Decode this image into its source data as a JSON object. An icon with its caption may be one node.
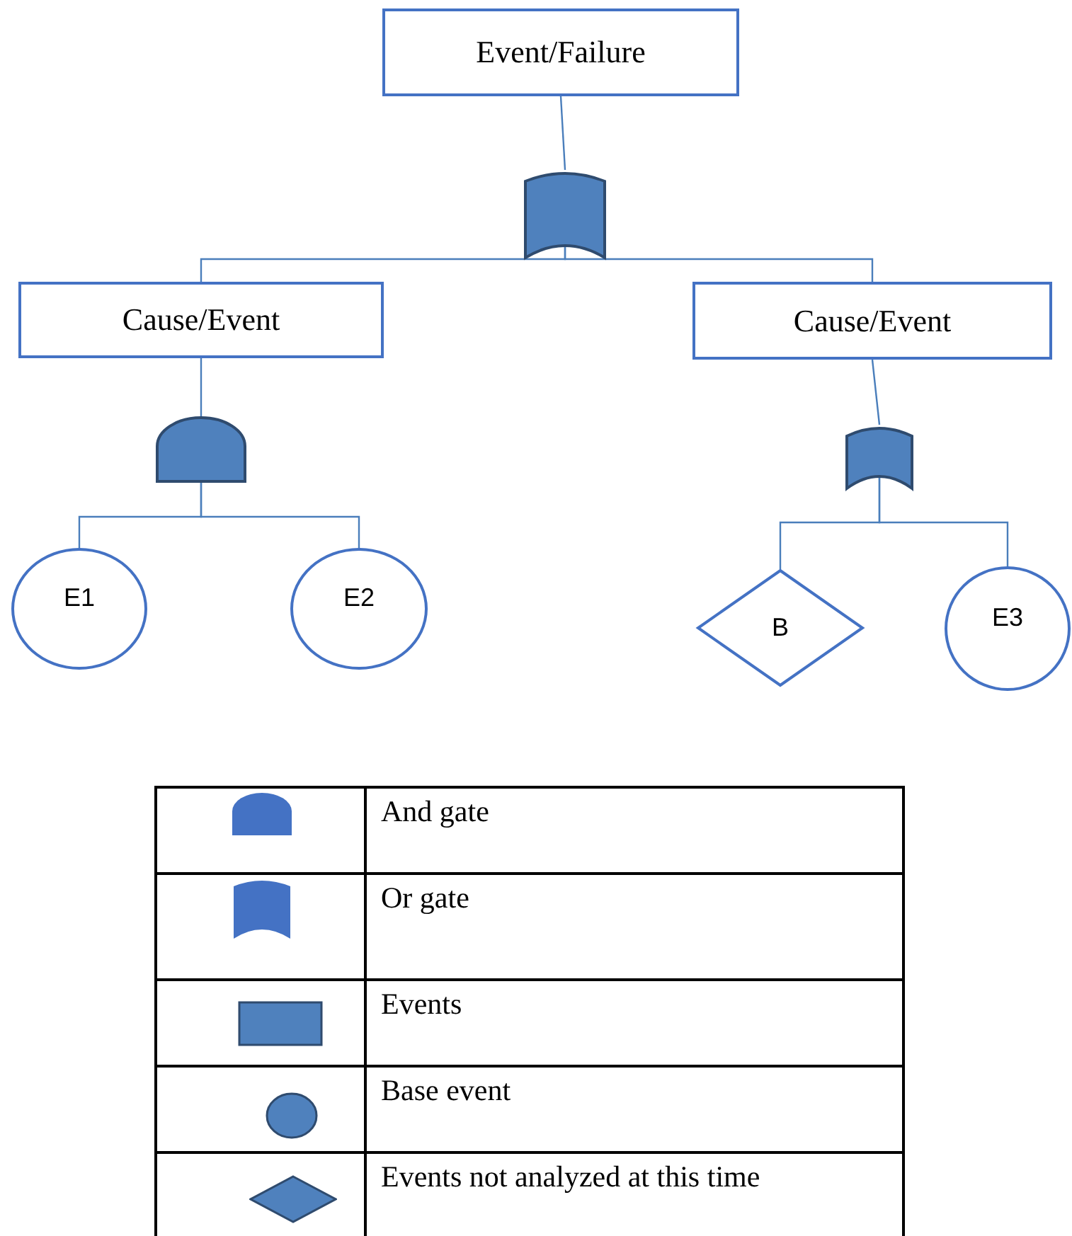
{
  "diagram": {
    "nodes": [
      {
        "text": [
          "Event/Failure"
        ]
      },
      {
        "text": [],
        "shape": "or-gate"
      },
      {
        "text": [
          "Cause/Event"
        ]
      },
      {
        "text": [
          "Cause/Event"
        ]
      },
      {
        "text": [],
        "shape": "and-gate"
      },
      {
        "text": [],
        "shape": "or-gate"
      },
      {
        "text": [
          "E1"
        ]
      },
      {
        "text": [
          "E2"
        ]
      },
      {
        "text": [
          "B"
        ]
      },
      {
        "text": [
          "E3"
        ]
      }
    ],
    "edges": [
      {
        "from": 0,
        "to": 1,
        "arrow": "none"
      },
      {
        "from": 1,
        "to": 2,
        "arrow": "none"
      },
      {
        "from": 1,
        "to": 3,
        "arrow": "none"
      },
      {
        "from": 2,
        "to": 4,
        "arrow": "none"
      },
      {
        "from": 3,
        "to": 5,
        "arrow": "none"
      },
      {
        "from": 4,
        "to": 6,
        "arrow": "none"
      },
      {
        "from": 4,
        "to": 7,
        "arrow": "none"
      },
      {
        "from": 5,
        "to": 8,
        "arrow": "none"
      },
      {
        "from": 5,
        "to": 9,
        "arrow": "none"
      }
    ],
    "legend": [
      {
        "text": "And gate"
      },
      {
        "text": "Or gate"
      },
      {
        "text": "Events"
      },
      {
        "text": "Base event"
      },
      {
        "text": "Events not analyzed at this time"
      }
    ]
  }
}
